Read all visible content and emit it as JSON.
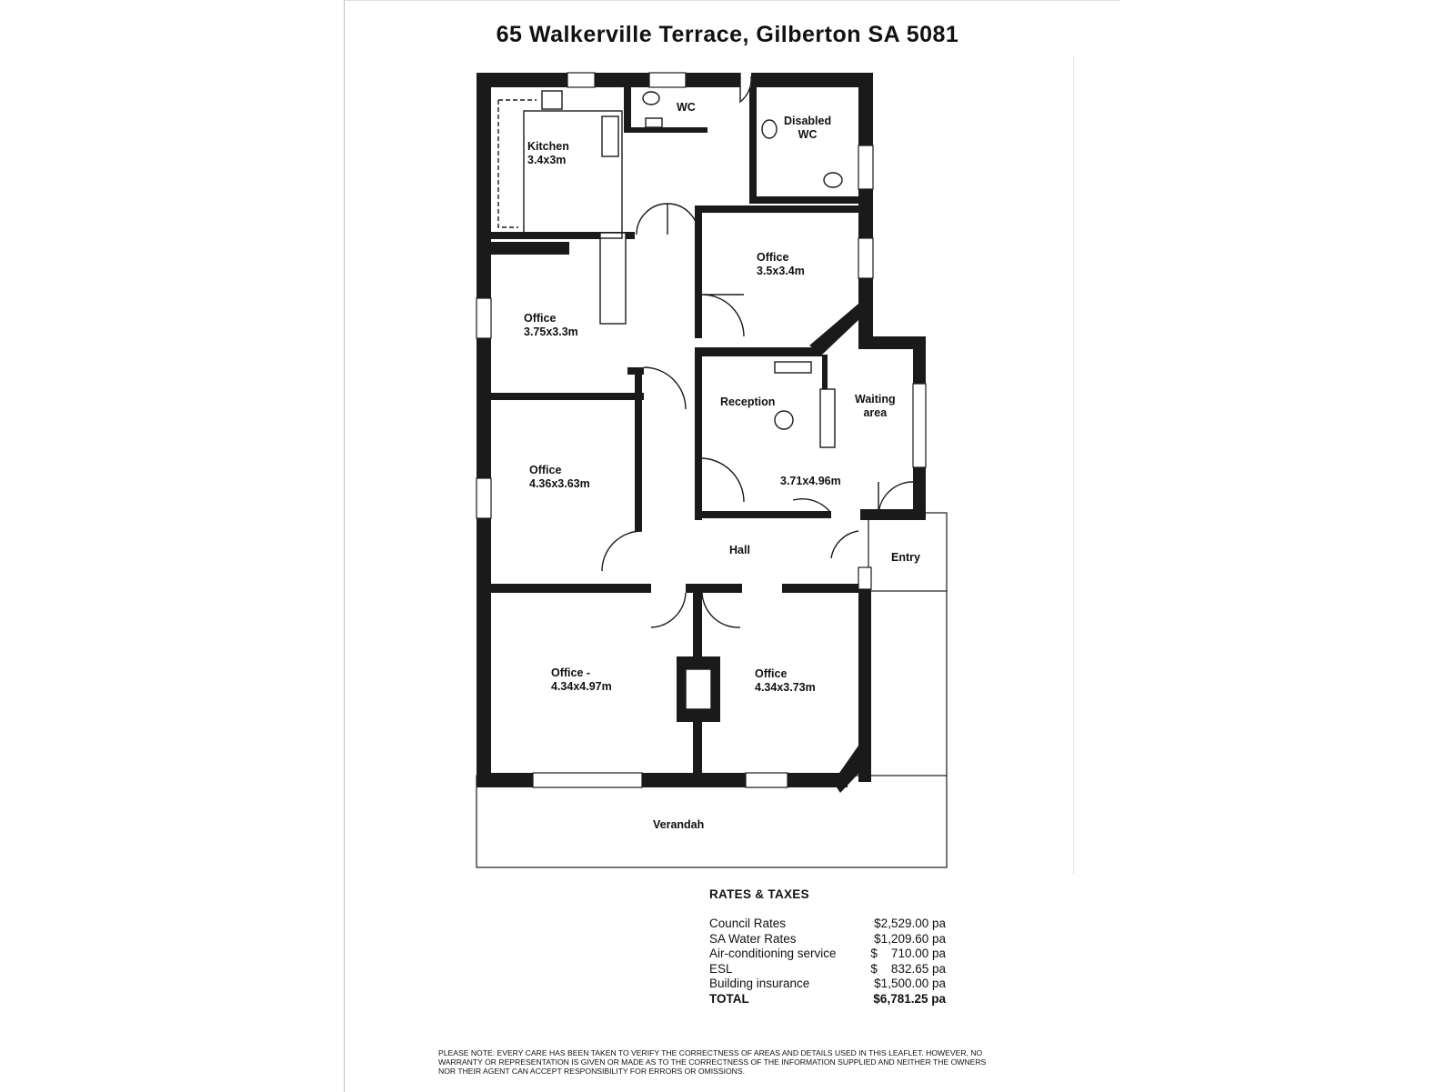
{
  "title": "65 Walkerville Terrace, Gilberton SA 5081",
  "rooms": {
    "kitchen": {
      "name": "Kitchen",
      "size": "3.4x3m"
    },
    "wc": {
      "name": "WC"
    },
    "disabled_wc": {
      "name_line1": "Disabled",
      "name_line2": "WC"
    },
    "office_ne": {
      "name": "Office",
      "size": "3.5x3.4m"
    },
    "office_nw": {
      "name": "Office",
      "size": "3.75x3.3m"
    },
    "reception": {
      "name": "Reception",
      "size": "3.71x4.96m"
    },
    "waiting": {
      "name_line1": "Waiting",
      "name_line2": "area"
    },
    "office_w": {
      "name": "Office",
      "size": "4.36x3.63m"
    },
    "hall": {
      "name": "Hall"
    },
    "entry": {
      "name": "Entry"
    },
    "office_sw": {
      "name": "Office -",
      "size": "4.34x4.97m"
    },
    "office_se": {
      "name": "Office",
      "size": "4.34x3.73m"
    },
    "verandah": {
      "name": "Verandah"
    }
  },
  "rates": {
    "heading": "RATES & TAXES",
    "items": [
      {
        "label": "Council Rates",
        "amount": "$2,529.00 pa"
      },
      {
        "label": "SA Water Rates",
        "amount": "$1,209.60 pa"
      },
      {
        "label": "Air-conditioning service",
        "amount": "$    710.00 pa"
      },
      {
        "label": "ESL",
        "amount": "$    832.65 pa"
      },
      {
        "label": "Building insurance",
        "amount": "$1,500.00 pa"
      }
    ],
    "total": {
      "label": "TOTAL",
      "amount": "$6,781.25 pa"
    }
  },
  "disclaimer": "Please note: Every care has been taken to verify the correctness of areas and details used in this leaflet. However, no warranty or representation is given or made as to the correctness of the information supplied and neither the owners nor their agent can accept responsibility for errors or omissions.",
  "colors": {
    "wall": "#1a1a1a",
    "fixture": "#333333",
    "paper": "#ffffff"
  }
}
